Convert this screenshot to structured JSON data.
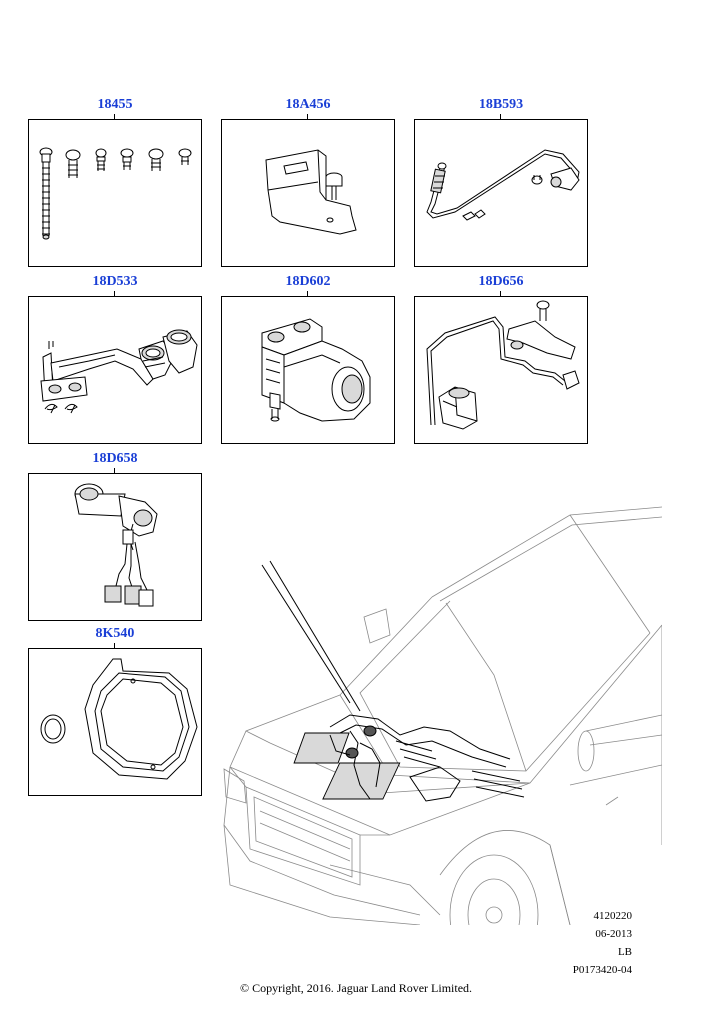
{
  "accent_label_color": "#1a3fd6",
  "parts": [
    {
      "code": "18455",
      "icon": "screw-set"
    },
    {
      "code": "18A456",
      "icon": "mounting-bracket"
    },
    {
      "code": "18B593",
      "icon": "hose-pipe"
    },
    {
      "code": "18D533",
      "icon": "coolant-hose"
    },
    {
      "code": "18D602",
      "icon": "heater-pump"
    },
    {
      "code": "18D656",
      "icon": "pipe-and-bracket"
    },
    {
      "code": "18D658",
      "icon": "valve-with-harness"
    },
    {
      "code": "8K540",
      "icon": "gasket-and-seal"
    }
  ],
  "meta": {
    "illustration_number": "4120220",
    "date": "06-2013",
    "region": "LB",
    "reference": "P0173420-04"
  },
  "copyright": "© Copyright, 2016. Jaguar Land Rover Limited."
}
